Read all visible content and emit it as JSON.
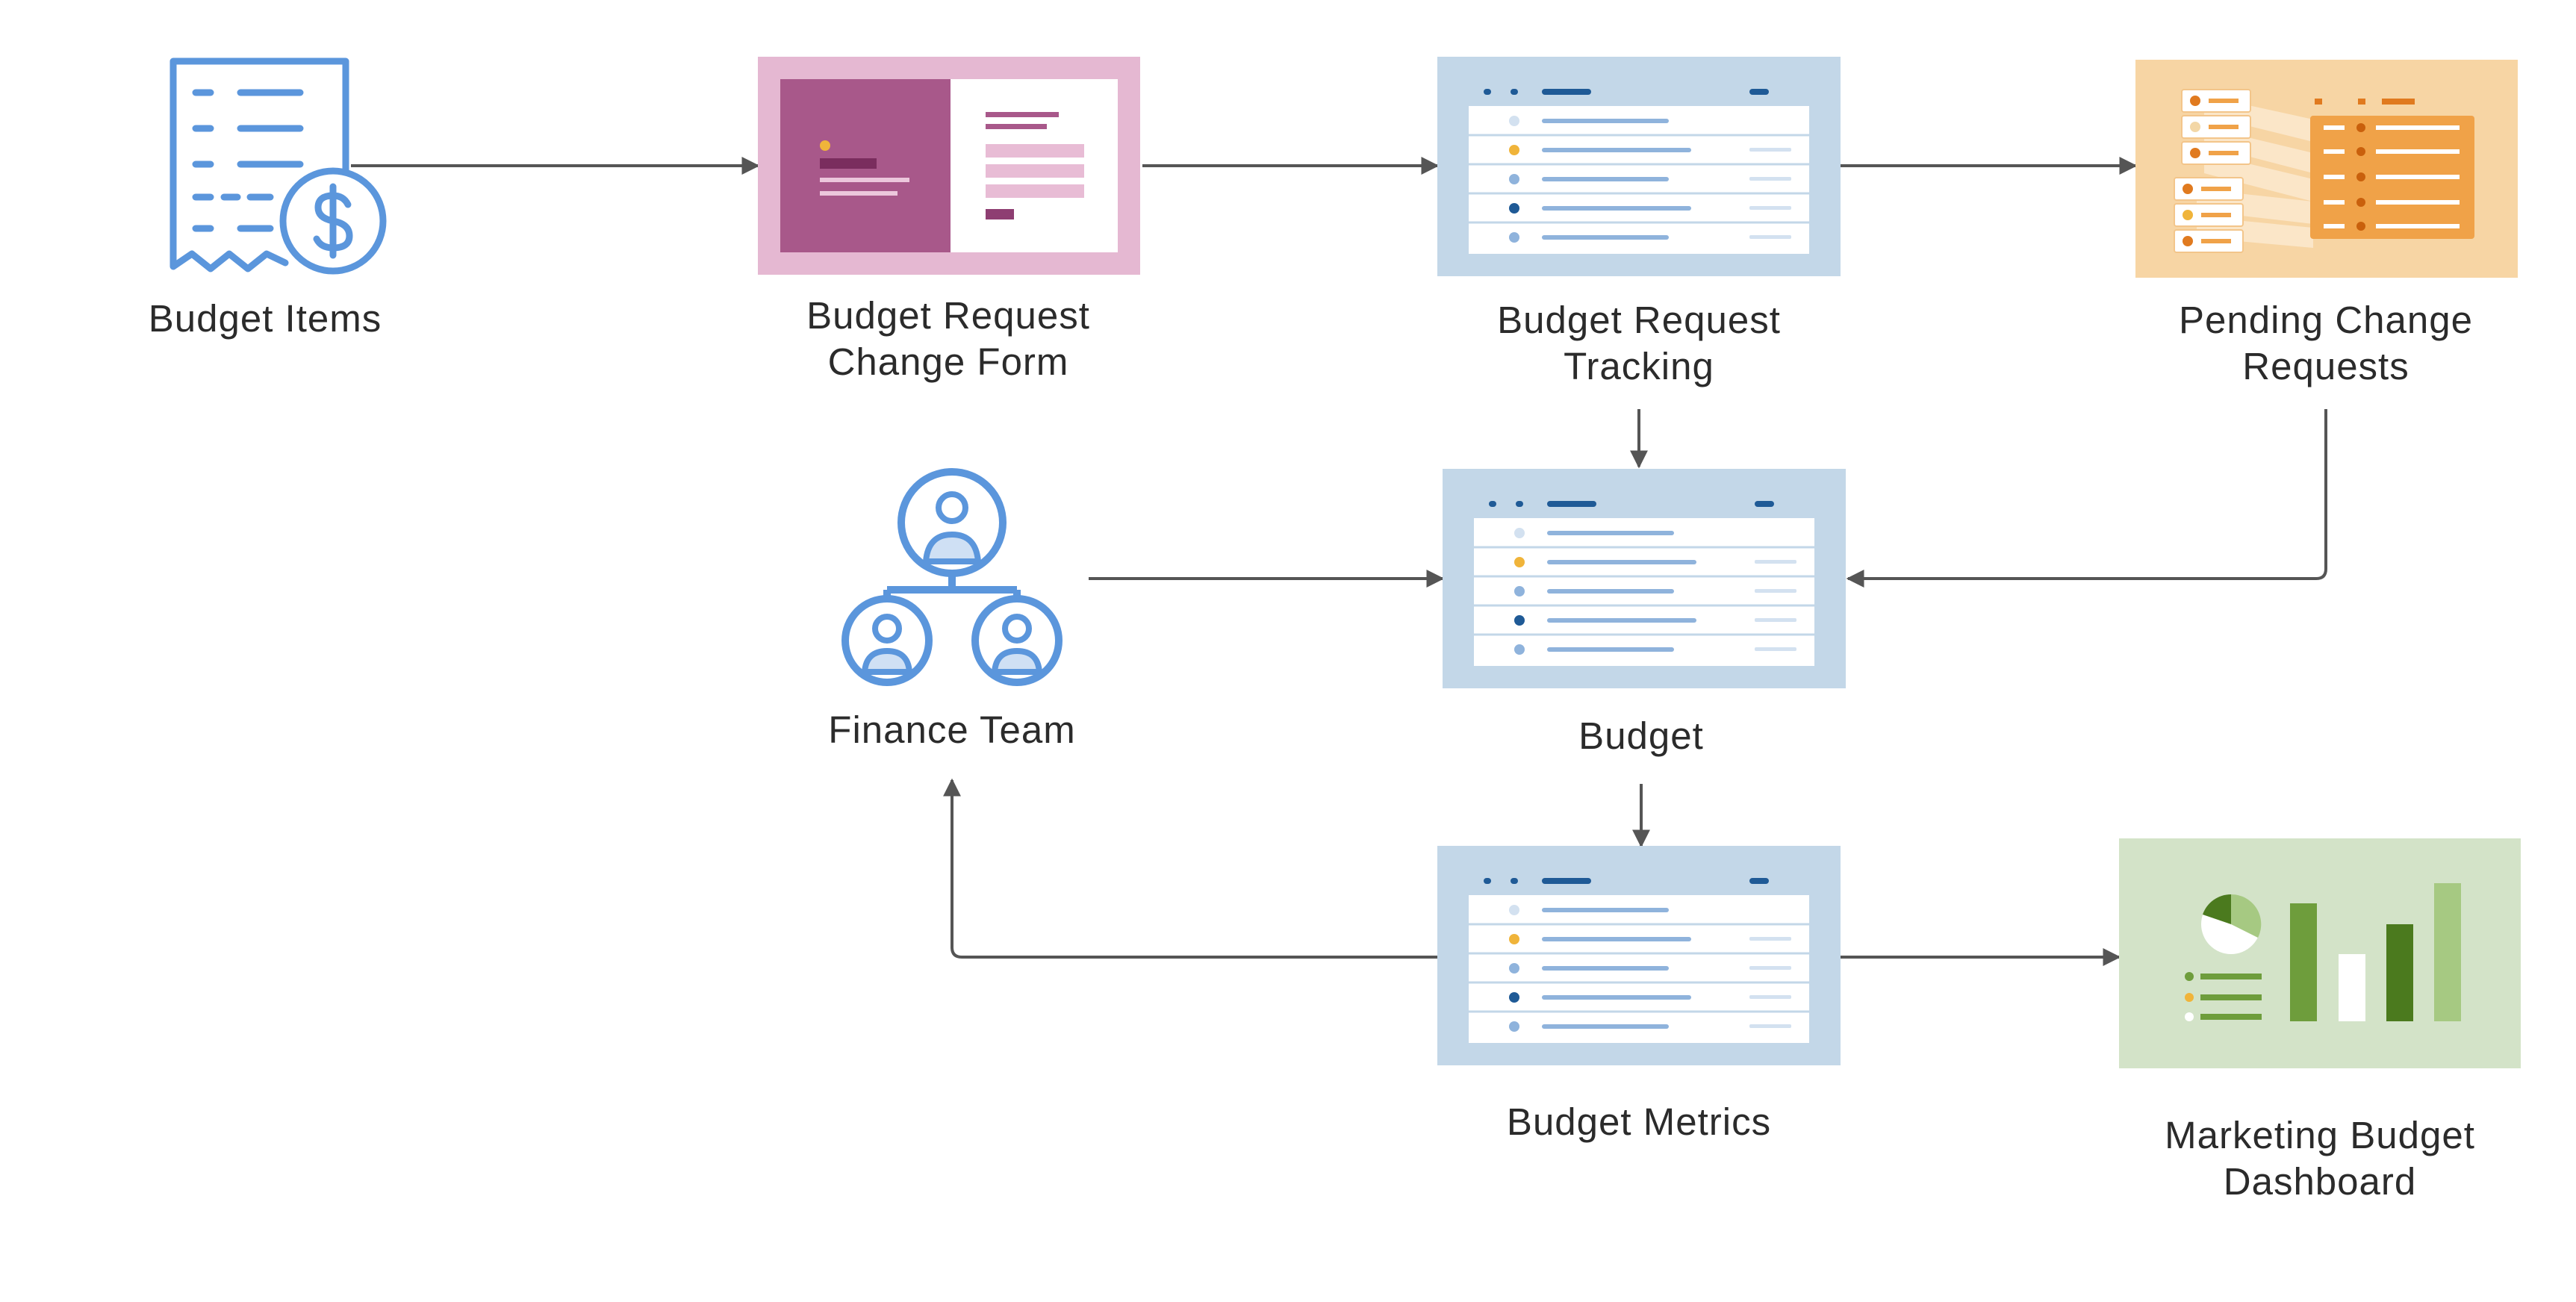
{
  "nodes": {
    "budget_items": {
      "lines": [
        "Budget Items"
      ],
      "icon": "receipt-dollar-icon"
    },
    "change_form": {
      "lines": [
        "Budget Request",
        "Change Form"
      ],
      "icon": "form-icon"
    },
    "request_tracking": {
      "lines": [
        "Budget Request",
        "Tracking"
      ],
      "icon": "sheet-icon"
    },
    "pending_requests": {
      "lines": [
        "Pending Change",
        "Requests"
      ],
      "icon": "report-icon"
    },
    "finance_team": {
      "lines": [
        "Finance Team"
      ],
      "icon": "team-icon"
    },
    "budget": {
      "lines": [
        "Budget"
      ],
      "icon": "sheet-icon"
    },
    "budget_metrics": {
      "lines": [
        "Budget Metrics"
      ],
      "icon": "sheet-icon"
    },
    "marketing_dashboard": {
      "lines": [
        "Marketing Budget",
        "Dashboard"
      ],
      "icon": "dashboard-icon"
    }
  },
  "colors": {
    "blue_icon": "#5b96dc",
    "sheet_bg": "#c3d7e8",
    "form_bg": "#e5b8d2",
    "form_panel": "#a8588a",
    "report_bg": "#f7d5a4",
    "report_orange": "#f0a248",
    "dashboard_bg": "#d3e3c8",
    "dashboard_green": "#6e9d3c",
    "arrow": "#555555",
    "text": "#2b2b2b"
  },
  "edges": [
    {
      "from": "budget_items",
      "to": "change_form"
    },
    {
      "from": "change_form",
      "to": "request_tracking"
    },
    {
      "from": "request_tracking",
      "to": "pending_requests"
    },
    {
      "from": "request_tracking",
      "to": "budget"
    },
    {
      "from": "pending_requests",
      "to": "budget"
    },
    {
      "from": "finance_team",
      "to": "budget"
    },
    {
      "from": "budget",
      "to": "budget_metrics"
    },
    {
      "from": "budget_metrics",
      "to": "finance_team"
    },
    {
      "from": "budget_metrics",
      "to": "marketing_dashboard"
    }
  ]
}
